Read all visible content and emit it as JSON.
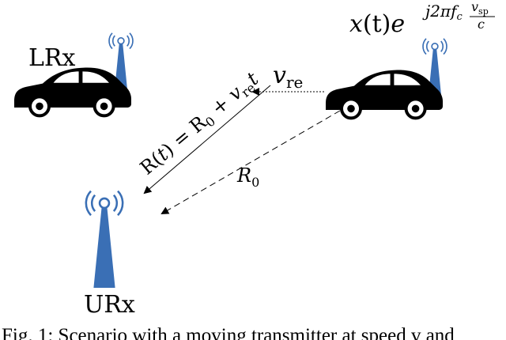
{
  "labels": {
    "lrx": "LRx",
    "urx": "URx",
    "v_re": "v",
    "v_re_sub": "re",
    "r0": "R",
    "r0_sub": "0",
    "rt_R": "R(",
    "rt_t": "t",
    "rt_eq": ") = R",
    "rt_sub0": "0",
    "rt_plus": " + ",
    "rt_v": "v",
    "rt_vsub": "re",
    "rt_t2": "t",
    "signal_x": "x",
    "signal_t": "(t)",
    "signal_e": "e",
    "signal_exp": "j2πf",
    "signal_exp_sub": "c",
    "signal_frac_num": "v",
    "signal_frac_num_sub": "sp",
    "signal_frac_den": "c"
  },
  "caption": {
    "text": "Fig. 1: Scenario with a moving transmitter at speed v    and"
  },
  "colors": {
    "antenna_blue": "#3a6fb5",
    "car_black": "#000000"
  }
}
